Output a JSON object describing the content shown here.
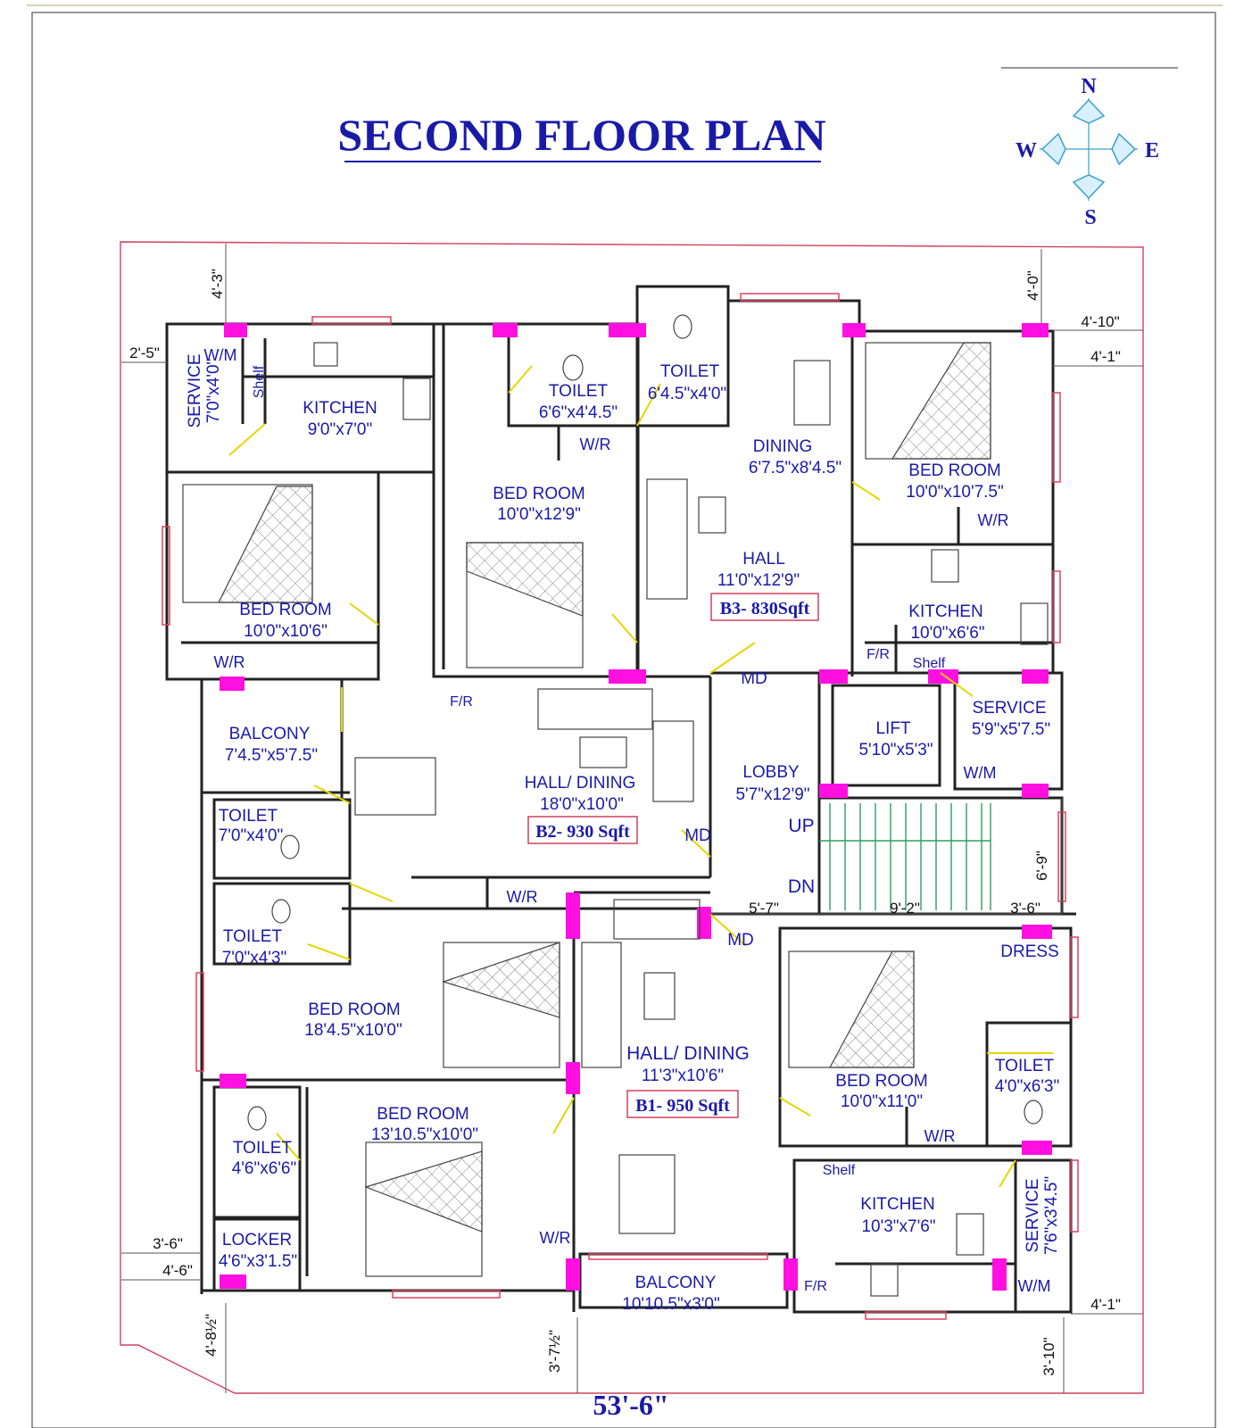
{
  "title": "SECOND FLOOR PLAN",
  "compass": {
    "n": "N",
    "s": "S",
    "e": "E",
    "w": "W"
  },
  "total_width": "53'-6\"",
  "units": {
    "b1": "B1- 950 Sqft",
    "b2": "B2- 930 Sqft",
    "b3": "B3- 830Sqft"
  },
  "rooms": {
    "wm_tl": "W/M",
    "shelf_tl": "Shelf",
    "service_tl": "SERVICE",
    "service_tl_dim": "7'0\"x4'0\"",
    "kitchen_tl": "KITCHEN",
    "kitchen_tl_dim": "9'0\"x7'0\"",
    "toilet_top": "TOILET",
    "toilet_top_dim": "6'6\"x4'4.5\"",
    "toilet_top2": "TOILET",
    "toilet_top2_dim": "6'4.5\"x4'0\"",
    "wr_top": "W/R",
    "dining_b3": "DINING",
    "dining_b3_dim": "6'7.5\"x8'4.5\"",
    "bed_tr": "BED ROOM",
    "bed_tr_dim": "10'0\"x10'7.5\"",
    "wr_tr": "W/R",
    "bed_top": "BED ROOM",
    "bed_top_dim": "10'0\"x12'9\"",
    "hall_b3": "HALL",
    "hall_b3_dim": "11'0\"x12'9\"",
    "bed_l": "BED ROOM",
    "bed_l_dim": "10'0\"x10'6\"",
    "wr_l": "W/R",
    "kitchen_r": "KITCHEN",
    "kitchen_r_dim": "10'0\"x6'6\"",
    "fr_r": "F/R",
    "shelf_r": "Shelf",
    "md_top": "MD",
    "fr_mid": "F/R",
    "balcony_l": "BALCONY",
    "balcony_l_dim": "7'4.5\"x5'7.5\"",
    "hall_b2": "HALL/ DINING",
    "hall_b2_dim": "18'0\"x10'0\"",
    "md_mid": "MD",
    "lift": "LIFT",
    "lift_dim": "5'10\"x5'3\"",
    "service_r": "SERVICE",
    "service_r_dim": "5'9\"x5'7.5\"",
    "wm_r": "W/M",
    "lobby": "LOBBY",
    "lobby_dim": "5'7\"x12'9\"",
    "up": "UP",
    "dn": "DN",
    "toilet_l1": "TOILET",
    "toilet_l1_dim": "7'0\"x4'0\"",
    "toilet_l2": "TOILET",
    "toilet_l2_dim": "7'0\"x4'3\"",
    "wr_mid": "W/R",
    "md_low": "MD",
    "dress": "DRESS",
    "bed_ml": "BED ROOM",
    "bed_ml_dim": "18'4.5\"x10'0\"",
    "hall_b1": "HALL/ DINING",
    "hall_b1_dim": "11'3\"x10'6\"",
    "bed_br": "BED ROOM",
    "bed_br_dim": "10'0\"x11'0\"",
    "toilet_br": "TOILET",
    "toilet_br_dim": "4'0\"x6'3\"",
    "wr_br": "W/R",
    "bed_bl": "BED ROOM",
    "bed_bl_dim": "13'10.5\"x10'0\"",
    "toilet_bl": "TOILET",
    "toilet_bl_dim": "4'6\"x6'6\"",
    "locker": "LOCKER",
    "locker_dim": "4'6\"x3'1.5\"",
    "wr_bl": "W/R",
    "shelf_br": "Shelf",
    "kitchen_br": "KITCHEN",
    "kitchen_br_dim": "10'3\"x7'6\"",
    "service_br": "SERVICE",
    "service_br_dim": "7'6\"x3'4.5\"",
    "balcony_b": "BALCONY",
    "balcony_b_dim": "10'10.5\"x3'0\"",
    "fr_b": "F/R",
    "wm_b": "W/M"
  },
  "dims": {
    "top_left_v": "4'-3\"",
    "top_right_v": "4'-0\"",
    "right_top1": "4'-10\"",
    "right_top2": "4'-1\"",
    "left_top": "2'-5\"",
    "stair_v": "6'-9\"",
    "lobby_w": "5'-7\"",
    "stair_w": "9'-2\"",
    "right_stair": "3'-6\"",
    "left_bot1": "3'-6\"",
    "left_bot2": "4'-6\"",
    "right_bot": "4'-1\"",
    "bot_left_v": "4'-8½\"",
    "bot_mid_v": "3'-7½\"",
    "bot_right_v": "3'-10\""
  }
}
